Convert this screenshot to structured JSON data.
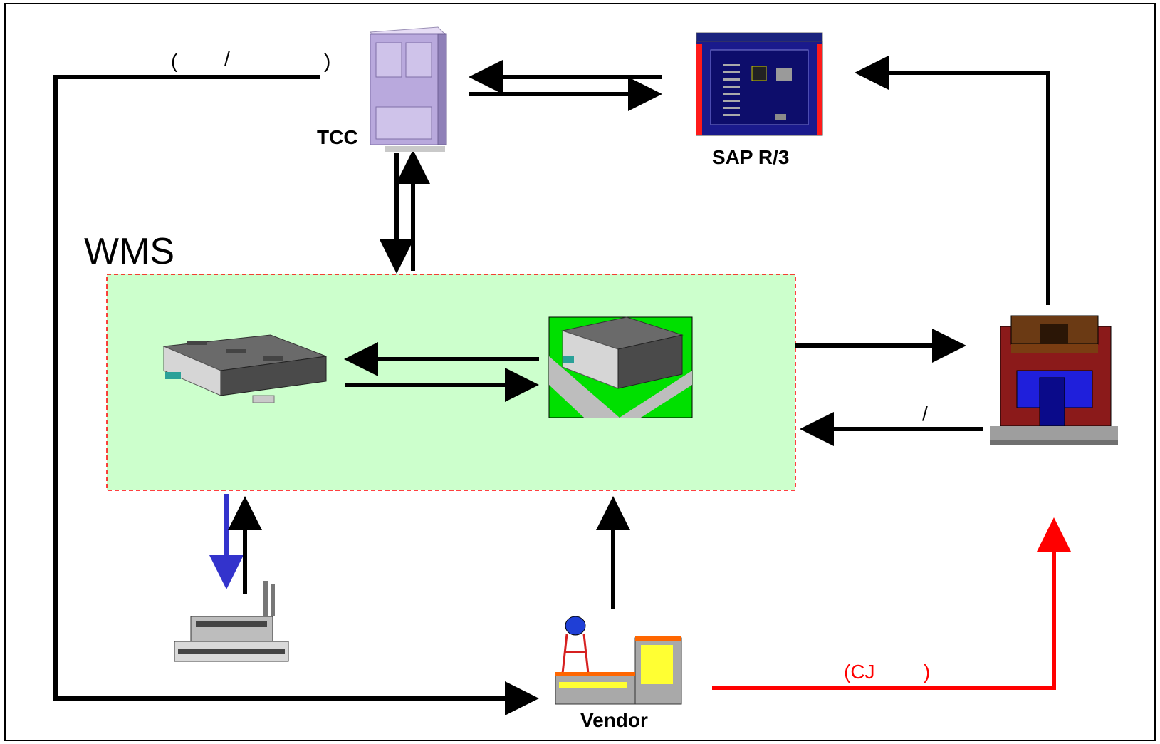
{
  "diagram": {
    "labels": {
      "tcc": "TCC",
      "sap": "SAP R/3",
      "wms": "WMS",
      "vendor": "Vendor"
    },
    "annotations": {
      "top_left_paren_open": "(",
      "top_left_slash": "/",
      "top_left_paren_close": ")",
      "store_slash": "/",
      "cj_open": "(CJ",
      "cj_close": ")"
    },
    "nodes": [
      {
        "id": "tcc-server",
        "icon": "server-tower-icon"
      },
      {
        "id": "sap-r3",
        "icon": "sap-mainframe-icon"
      },
      {
        "id": "warehouse-a",
        "icon": "warehouse-icon"
      },
      {
        "id": "warehouse-b",
        "icon": "warehouse-aerial-icon"
      },
      {
        "id": "store",
        "icon": "retail-store-icon"
      },
      {
        "id": "factory",
        "icon": "factory-icon"
      },
      {
        "id": "vendor",
        "icon": "vendor-plant-icon"
      }
    ],
    "colors": {
      "wms_fill": "#ccffcc",
      "wms_border": "#ff0000",
      "arrow_default": "#000000",
      "arrow_blue": "#3333cc",
      "arrow_red": "#ff0000"
    }
  }
}
